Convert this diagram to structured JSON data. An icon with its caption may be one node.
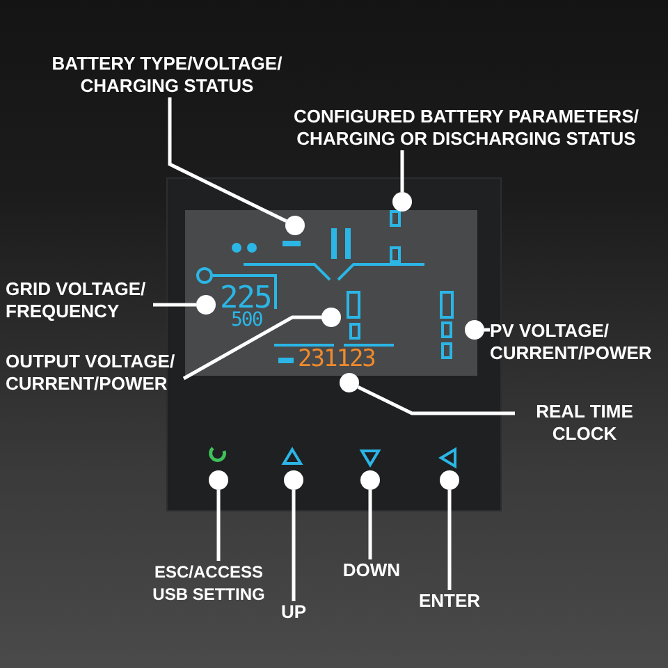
{
  "diagram": {
    "nodes": [
      {
        "text": [
          "BATTERY TYPE/VOLTAGE/ CHARGING STATUS"
        ]
      },
      {
        "text": [
          "CONFIGURED BATTERY PARAMETERS/ CHARGING OR DISCHARGING STATUS"
        ]
      },
      {
        "text": [
          "GRID VOLTAGE/ FREQUENCY"
        ]
      },
      {
        "text": [
          "OUTPUT VOLTAGE/ CURRENT/POWER"
        ]
      },
      {
        "text": [
          "PV VOLTAGE/ CURRENT/POWER"
        ]
      },
      {
        "text": [
          "REAL TIME CLOCK"
        ]
      },
      {
        "text": [
          "ESC/ACCESS USB SETTING"
        ]
      },
      {
        "text": [
          "UP"
        ]
      },
      {
        "text": [
          "DOWN"
        ]
      },
      {
        "text": [
          "ENTER"
        ]
      },
      {
        "text": [],
        "shape": "circle"
      },
      {
        "text": [],
        "shape": "circle"
      },
      {
        "text": [],
        "shape": "circle"
      },
      {
        "text": [],
        "shape": "circle"
      },
      {
        "text": [],
        "shape": "circle"
      },
      {
        "text": [],
        "shape": "circle"
      },
      {
        "text": [],
        "shape": "circle"
      },
      {
        "text": [],
        "shape": "circle"
      },
      {
        "text": [],
        "shape": "circle"
      },
      {
        "text": [],
        "shape": "circle"
      }
    ],
    "edges": [
      {
        "from": 0,
        "to": 10,
        "arrow": "none"
      },
      {
        "from": 1,
        "to": 11,
        "arrow": "none"
      },
      {
        "from": 2,
        "to": 12,
        "arrow": "none"
      },
      {
        "from": 3,
        "to": 13,
        "arrow": "none"
      },
      {
        "from": 4,
        "to": 14,
        "arrow": "none"
      },
      {
        "from": 5,
        "to": 15,
        "arrow": "none"
      },
      {
        "from": 6,
        "to": 16,
        "arrow": "none"
      },
      {
        "from": 7,
        "to": 17,
        "arrow": "none"
      },
      {
        "from": 8,
        "to": 18,
        "arrow": "none"
      },
      {
        "from": 9,
        "to": 19,
        "arrow": "none"
      }
    ],
    "labels": [
      "225",
      "500",
      "231123"
    ]
  }
}
